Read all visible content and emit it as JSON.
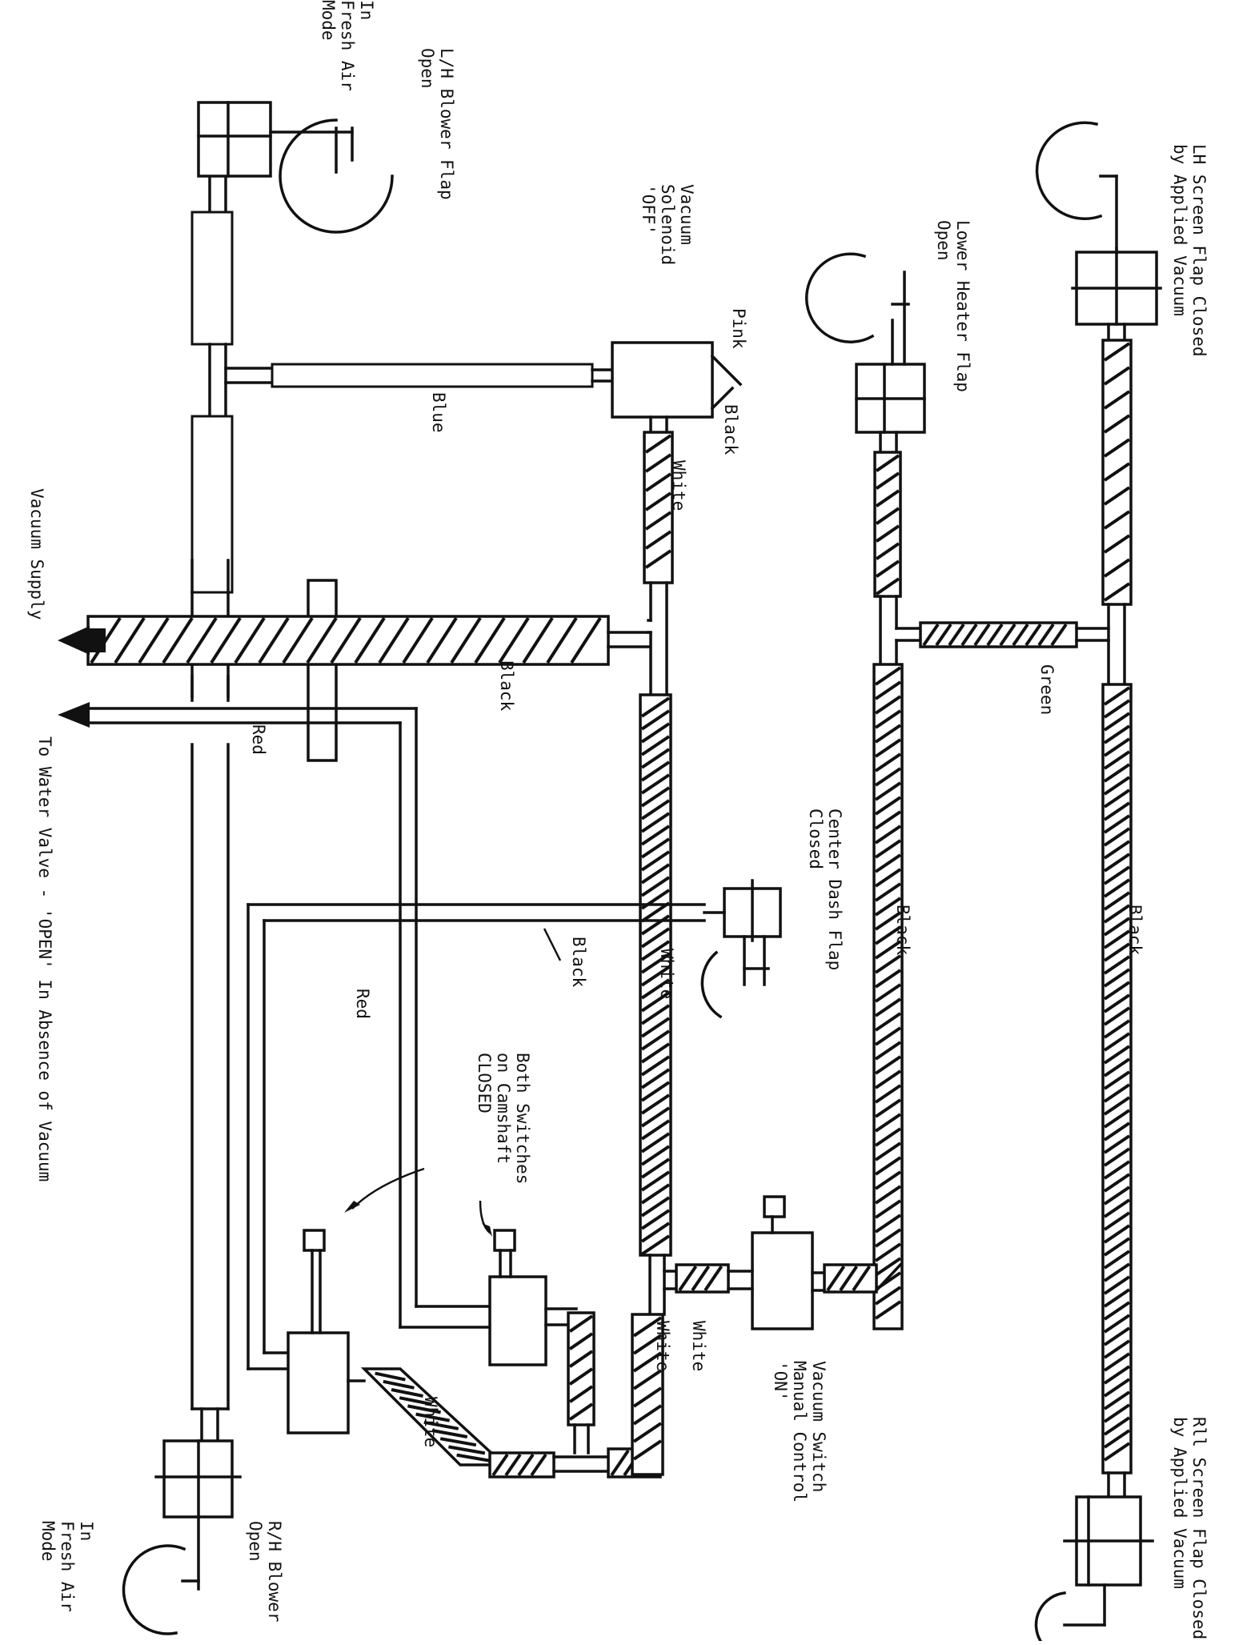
{
  "labels": {
    "lh_screen_flap": "LH Screen Flap Closed\nby Applied Vacuum",
    "rh_screen_flap": "Rll Screen Flap Closed\nby Applied Vacuum",
    "lower_heater_flap": "Lower Heater Flap\nOpen",
    "vacuum_solenoid": "Vacuum\nSolenoid\n'OFF'",
    "lh_blower_flap": "L/H Blower Flap\nOpen",
    "lh_fresh_air": "In\nFresh Air\nMode",
    "rh_blower": "R/H Blower\nOpen",
    "rh_fresh_air": "In\nFresh Air\nMode",
    "vacuum_supply": "Vacuum Supply",
    "water_valve": "To Water Valve - 'OPEN' In Absence of Vacuum",
    "center_dash_flap": "Center Dash Flap\nClosed",
    "both_switches": "Both Switches\non Camshaft\nCLOSED",
    "vacuum_switch": "Vacuum Switch\nManual Control\n'ON'"
  },
  "hose_colors": {
    "pink": "Pink",
    "black_solenoid": "Black",
    "blue": "Blue",
    "white_solenoid": "White",
    "black_supply": "Black",
    "red_water": "Red",
    "green": "Green",
    "black_lower_heater": "Black",
    "black_lh_screen": "Black",
    "white_main": "White",
    "black_center_dash": "Black",
    "red_switch": "Red",
    "white_switch_a": "White",
    "white_switch_b": "White",
    "white_bottom": "White"
  }
}
